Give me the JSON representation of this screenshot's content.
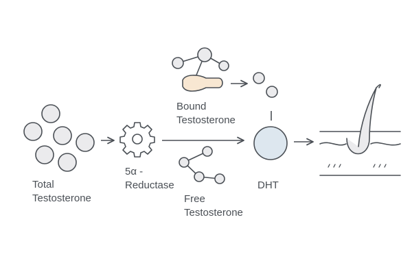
{
  "labels": {
    "total": [
      "Total",
      "Testosterone"
    ],
    "enzyme": [
      "5α -",
      "Reductase"
    ],
    "bound": [
      "Bound",
      "Testosterone"
    ],
    "free": [
      "Free",
      "Testosterone"
    ],
    "dht": "DHT"
  },
  "icons": {
    "total": "molecule-cluster-icon",
    "enzyme": "gear-icon",
    "bound": "bound-molecule-icon",
    "free": "molecule-icon",
    "dht": "sphere-icon",
    "follicle": "hair-follicle-icon"
  },
  "colors": {
    "stroke": "#4a4f55",
    "circle_fill": "#ebebed",
    "bound_fill": "#f8e7d2",
    "dht_fill": "#dde7ef"
  }
}
